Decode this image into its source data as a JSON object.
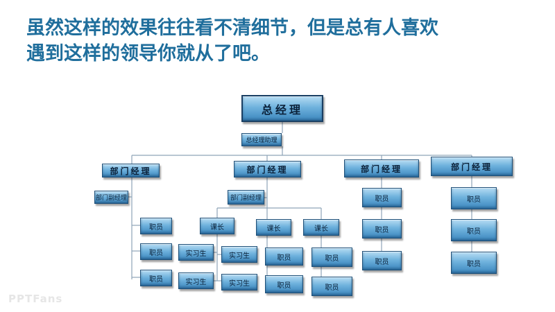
{
  "heading": {
    "line1": "虽然这样的效果往往看不清细节，但是总有人喜欢",
    "line2": "遇到这样的领导你就从了吧。"
  },
  "org": {
    "gm": "总经理",
    "gm_assistant": "总经理助理",
    "dept1": "部门经理",
    "dept1_assistant": "部门副经理",
    "dept1_staff": [
      "职员",
      "职员",
      "职员"
    ],
    "dept2": "部门经理",
    "dept2_assistant": "部门副经理",
    "dept2_section_chiefs": [
      "课长",
      "课长",
      "课长"
    ],
    "dept2_interns_a": [
      "实习生",
      "实习生"
    ],
    "dept2_interns_b": [
      "实习生",
      "实习生"
    ],
    "dept2_staff_b": [
      "职员",
      "职员"
    ],
    "dept2_staff_c": [
      "职员",
      "职员"
    ],
    "dept3": "部门经理",
    "dept3_staff": [
      "职员",
      "职员",
      "职员"
    ],
    "dept4": "部门经理",
    "dept4_staff": [
      "职员",
      "职员",
      "职员"
    ]
  },
  "watermark": "PPTFans"
}
